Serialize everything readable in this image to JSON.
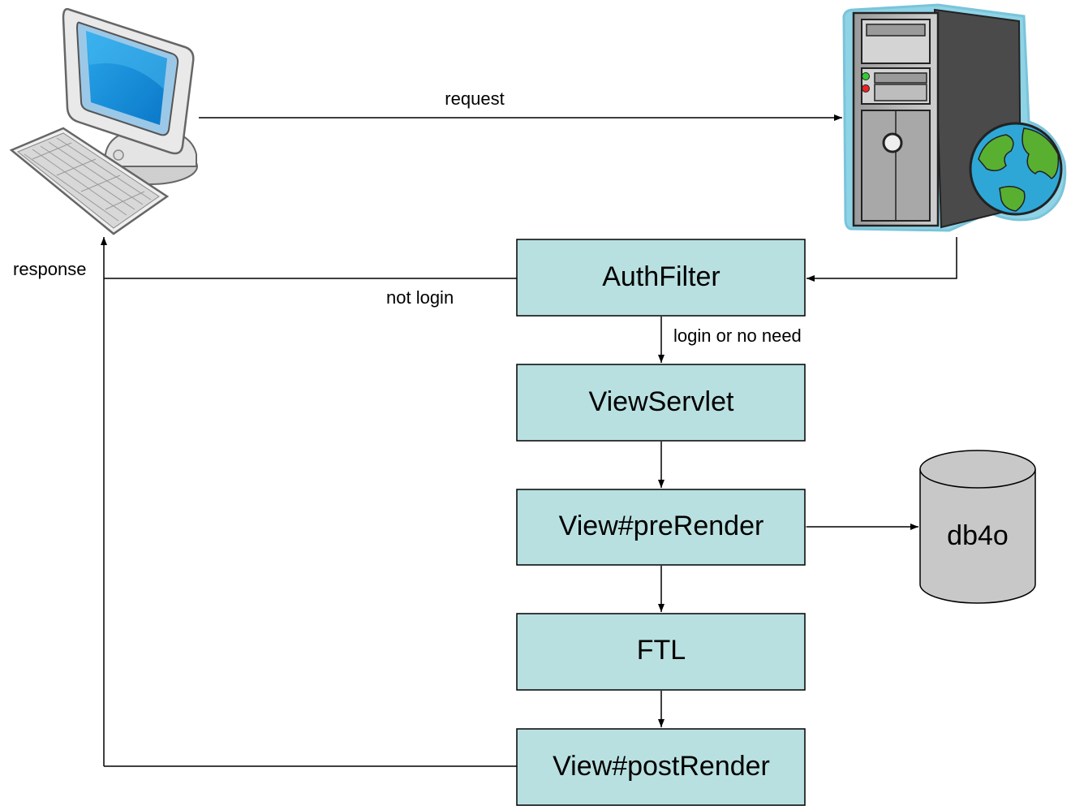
{
  "edges": {
    "request": "request",
    "response": "response",
    "not_login": "not login",
    "login_or_no_need": "login or no need"
  },
  "nodes": {
    "auth_filter": "AuthFilter",
    "view_servlet": "ViewServlet",
    "pre_render": "View#preRender",
    "ftl": "FTL",
    "post_render": "View#postRender",
    "database": "db4o"
  },
  "icons": {
    "client": "desktop-computer-icon",
    "server": "web-server-icon"
  },
  "colors": {
    "box_fill": "#b9e0e0",
    "db_fill": "#c8c8c8",
    "line": "#000000"
  }
}
